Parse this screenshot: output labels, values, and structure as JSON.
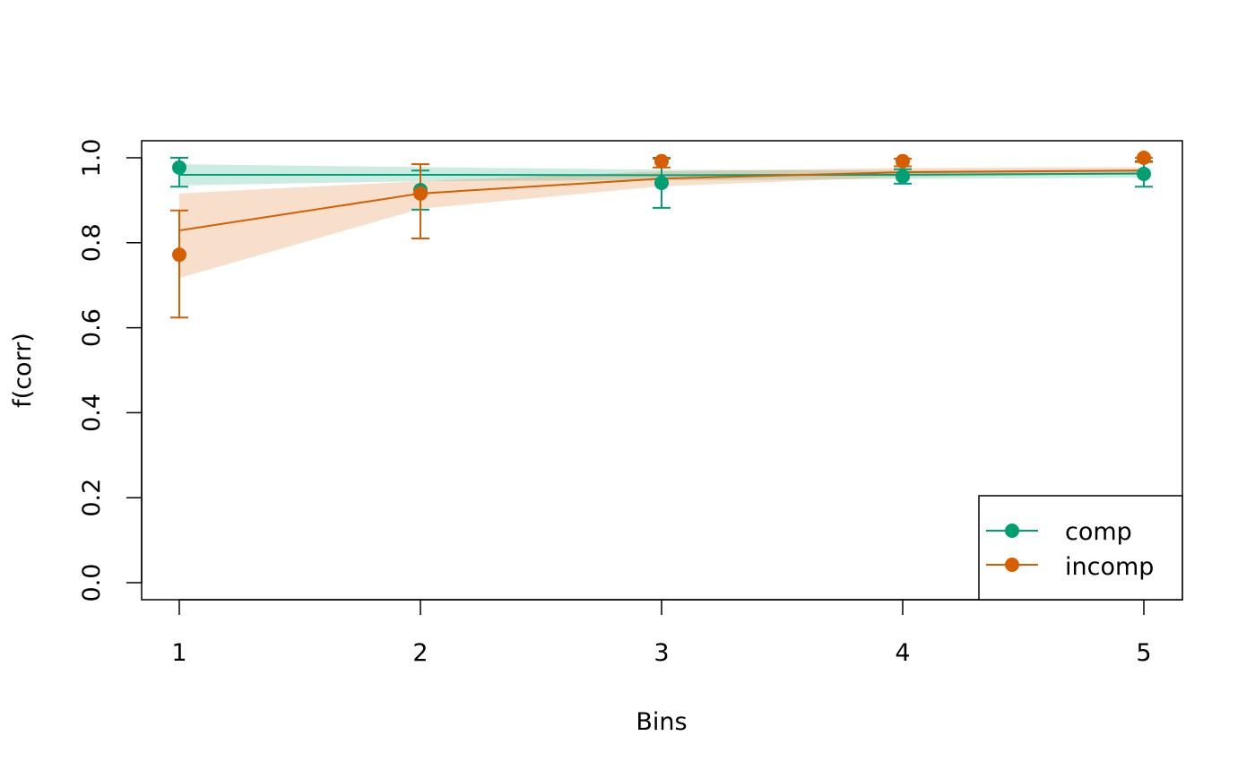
{
  "chart_data": {
    "type": "line",
    "title": "",
    "xlabel": "Bins",
    "ylabel": "f(corr)",
    "x": [
      1,
      2,
      3,
      4,
      5
    ],
    "xticks": [
      "1",
      "2",
      "3",
      "4",
      "5"
    ],
    "yticks": [
      "0.0",
      "0.2",
      "0.4",
      "0.6",
      "0.8",
      "1.0"
    ],
    "xlim": [
      0.84,
      5.16
    ],
    "ylim": [
      -0.04,
      1.04
    ],
    "grid": false,
    "legend_position": "bottom-right",
    "series": [
      {
        "name": "comp",
        "color": "#009E73",
        "points": [
          0.977,
          0.924,
          0.941,
          0.956,
          0.962
        ],
        "err_low": [
          0.932,
          0.878,
          0.882,
          0.939,
          0.932
        ],
        "err_high": [
          1.0,
          0.97,
          1.0,
          0.973,
          0.992
        ],
        "fit": [
          0.96,
          0.96,
          0.959,
          0.96,
          0.963
        ],
        "fit_low": [
          0.935,
          0.945,
          0.947,
          0.95,
          0.953
        ],
        "fit_high": [
          0.985,
          0.978,
          0.972,
          0.97,
          0.972
        ]
      },
      {
        "name": "incomp",
        "color": "#D55E00",
        "points": [
          0.772,
          0.916,
          0.992,
          0.992,
          1.0
        ],
        "err_low": [
          0.624,
          0.81,
          0.977,
          0.98,
          0.99
        ],
        "err_high": [
          0.876,
          0.985,
          0.998,
          0.998,
          1.0
        ],
        "fit": [
          0.829,
          0.916,
          0.951,
          0.966,
          0.97
        ],
        "fit_low": [
          0.717,
          0.88,
          0.933,
          0.955,
          0.962
        ],
        "fit_high": [
          0.916,
          0.945,
          0.968,
          0.976,
          0.978
        ]
      }
    ]
  }
}
